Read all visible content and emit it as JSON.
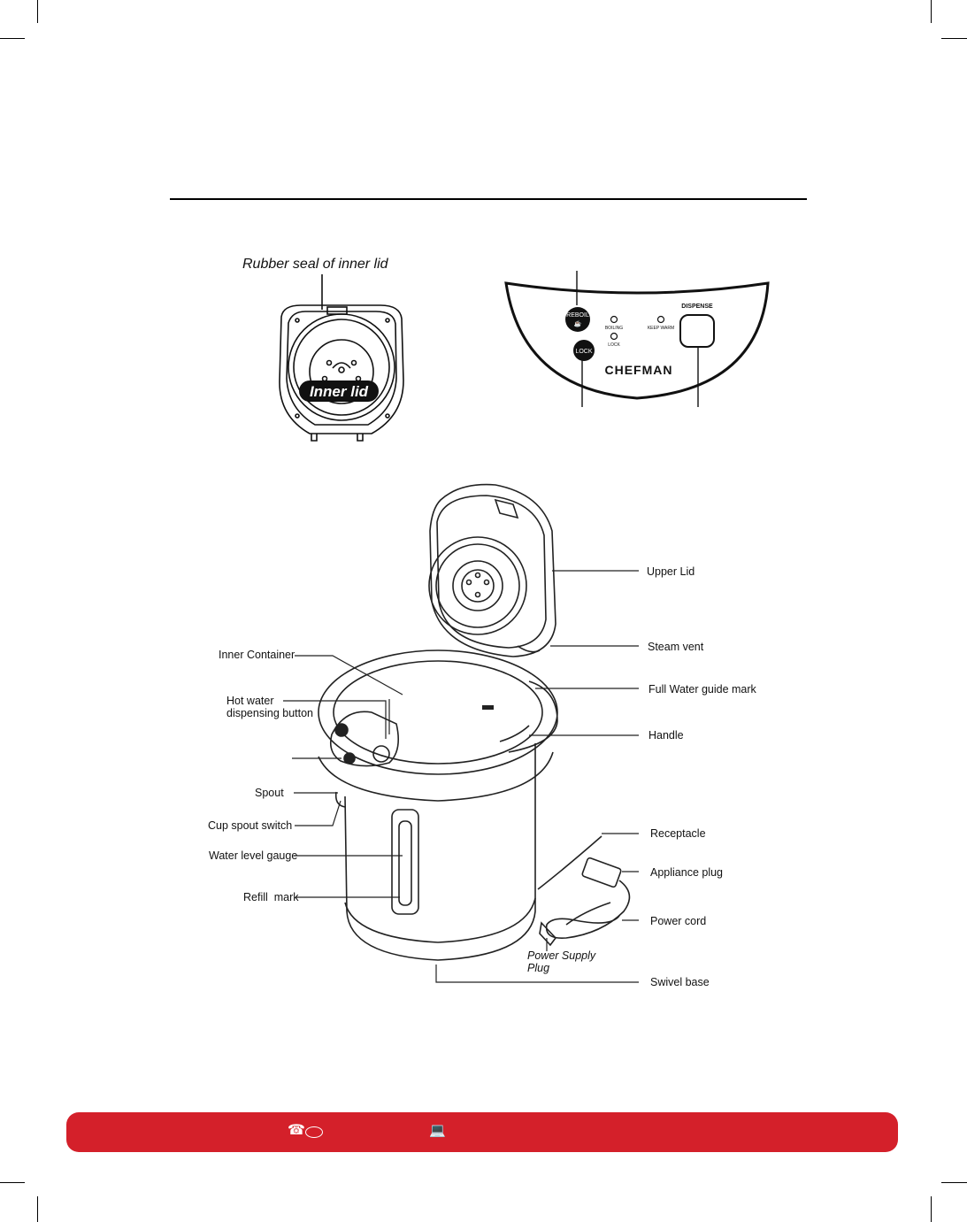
{
  "inner_lid_view": {
    "title": "Rubber seal of inner lid",
    "badge": "Inner lid"
  },
  "control_panel": {
    "reboil": "REBOIL",
    "lock": "LOCK",
    "boiling": "BOILING",
    "lock_indicator": "LOCK",
    "keep_warm": "KEEP WARM",
    "dispense": "DISPENSE",
    "brand": "CHEFMAN"
  },
  "parts_right": {
    "upper_lid": "Upper Lid",
    "steam_vent": "Steam vent",
    "full_water": "Full Water guide mark",
    "handle": "Handle",
    "receptacle": "Receptacle",
    "appliance_plug": "Appliance plug",
    "power_cord": "Power cord",
    "swivel_base": "Swivel base"
  },
  "parts_left": {
    "inner_container": "Inner Container",
    "hot_water_1": "Hot water",
    "hot_water_2": "dispensing button",
    "spout": "Spout",
    "cup_spout_switch": "Cup spout switch",
    "water_level_gauge": "Water level gauge",
    "refill_mark": "Refill  mark"
  },
  "power_plug": {
    "line1": "Power Supply",
    "line2": "Plug"
  },
  "footer": {
    "color": "#d4202a",
    "phone_icon": "phone-icon",
    "laptop_icon": "laptop-icon"
  }
}
